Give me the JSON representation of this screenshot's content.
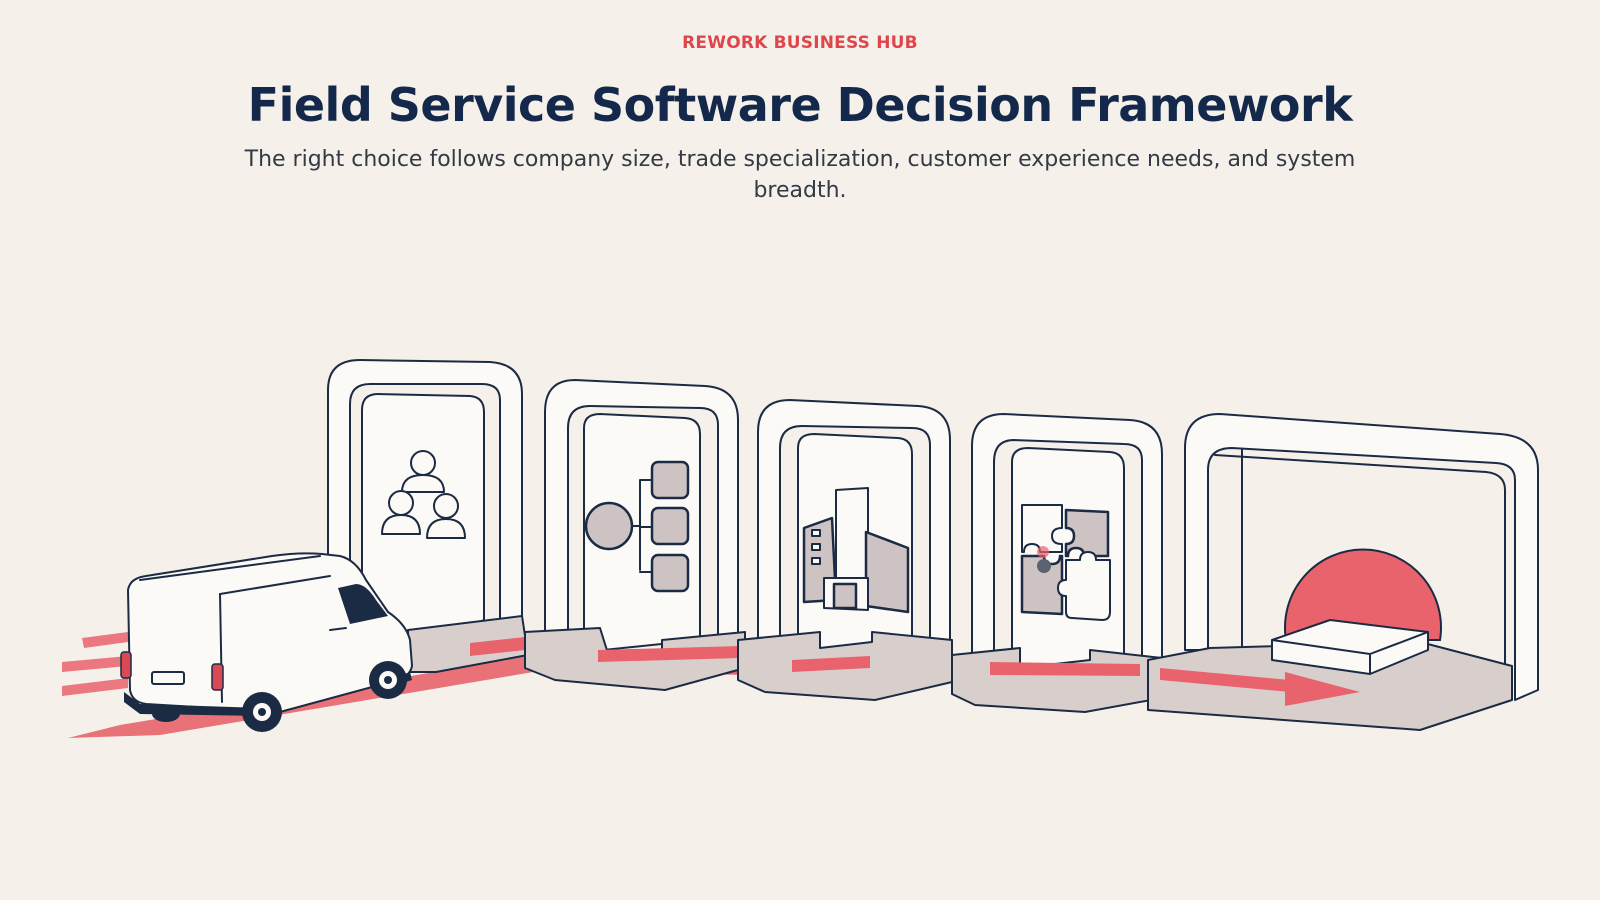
{
  "header": {
    "eyebrow": "REWORK BUSINESS HUB",
    "title": "Field Service Software Decision Framework",
    "subtitle": "The right choice follows company size, trade specialization, customer experience needs, and system breadth."
  },
  "illustration": {
    "stages": [
      {
        "icon": "team-people-icon"
      },
      {
        "icon": "hierarchy-tree-icon"
      },
      {
        "icon": "buildings-icon"
      },
      {
        "icon": "puzzle-pieces-icon"
      },
      {
        "icon": "destination-sun-platform-icon"
      }
    ],
    "vehicle": "service-van",
    "colors": {
      "accent": "#e8636b",
      "line": "#1c2b44",
      "background": "#f5f1ea",
      "tile_fill": "#cfc6c6"
    }
  }
}
